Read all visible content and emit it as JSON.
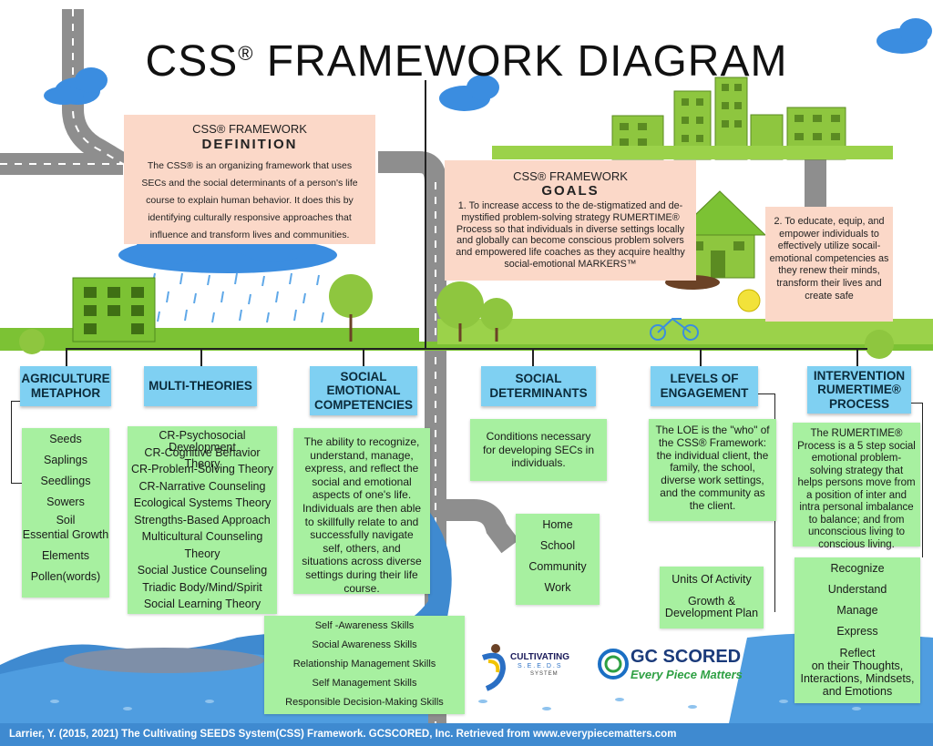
{
  "title": {
    "main": "CSS",
    "reg": "®",
    "rest": " FRAMEWORK DIAGRAM"
  },
  "definition": {
    "kicker": "CSS® FRAMEWORK",
    "heading": "DEFINITION",
    "body": "The CSS® is an organizing framework that uses SECs and the social determinants of a person's life course to explain human behavior. It does this by identifying culturally responsive approaches that influence and transform lives and communities."
  },
  "goals": {
    "kicker": "CSS® FRAMEWORK",
    "heading": "GOALS",
    "goal1": "1. To increase access to the de-stigmatized and de-mystified problem-solving strategy RUMERTIME® Process so that individuals in diverse settings locally and globally can become conscious problem solvers and empowered life coaches as they acquire healthy social-emotional MARKERS™",
    "goal2": "2. To educate, equip, and empower individuals to effectively utilize socail-emotional competencies as they renew their minds, transform their lives and create safe"
  },
  "categories": [
    {
      "label": "AGRICULTURE\nMETAPHOR",
      "items": [
        "Seeds",
        "Saplings",
        "Seedlings",
        "Sowers",
        "Soil",
        "Essential Growth",
        "Elements",
        "Pollen(words)"
      ]
    },
    {
      "label": "MULTI-THEORIES",
      "items": [
        "CR-Psychosocial Development",
        "CR-Cognitive Behavior Theory",
        "CR-Problem-Solving Theory",
        "CR-Narrative Counseling",
        "Ecological Systems Theory",
        "Strengths-Based Approach",
        "Multicultural Counseling",
        "Theory",
        "Social Justice Counseling",
        "Triadic Body/Mind/Spirit",
        "Social Learning Theory"
      ]
    },
    {
      "label": "SOCIAL\nEMOTIONAL\nCOMPETENCIES",
      "description": "The ability to recognize, understand, manage, express, and reflect the social and emotional aspects of one's life. Individuals are then able to skillfully relate to and successfully navigate self, others, and situations across diverse settings during their life course.",
      "skills": [
        "Self -Awareness Skills",
        "Social Awareness Skills",
        "Relationship Management Skills",
        "Self Management Skills",
        "Responsible Decision-Making Skills"
      ]
    },
    {
      "label": "SOCIAL\nDETERMINANTS",
      "description": "Conditions necessary for developing  SECs in individuals.",
      "items": [
        "Home",
        "School",
        "Community",
        "Work"
      ]
    },
    {
      "label": "LEVELS OF\nENGAGEMENT",
      "description": "The LOE is the \"who\" of the CSS® Framework: the individual client, the family, the school, diverse work settings, and the community as the client.",
      "items": [
        "Units Of Activity",
        "Growth &\nDevelopment Plan"
      ]
    },
    {
      "label": "INTERVENTION\nRUMERTIME®\nPROCESS",
      "description": "The RUMERTIME® Process is a 5 step social emotional problem-solving strategy that helps persons move from a position of inter and intra personal imbalance to balance; and from unconscious living to conscious living.",
      "steps": [
        "Recognize",
        "Understand",
        "Manage",
        "Express",
        "Reflect\non their Thoughts,\nInteractions, Mindsets,\nand Emotions"
      ]
    }
  ],
  "logos": {
    "cultivating_line1": "CULTIVATING",
    "cultivating_line2": "S.E.E.D.S",
    "cultivating_line3": "SYSTEM",
    "gc_title": "GC SCORED",
    "gc_tagline": "Every Piece Matters"
  },
  "footer": "Larrier, Y. (2015, 2021) The Cultivating SEEDS System(CSS) Framework. GCSCORED, Inc. Retrieved from www.everypiecematters.com",
  "colors": {
    "header_blue": "#7fd0f2",
    "box_green": "#a7f0a0",
    "salmon": "#fbd8c8",
    "water": "#3f8ad0",
    "grass": "#7cc234"
  }
}
